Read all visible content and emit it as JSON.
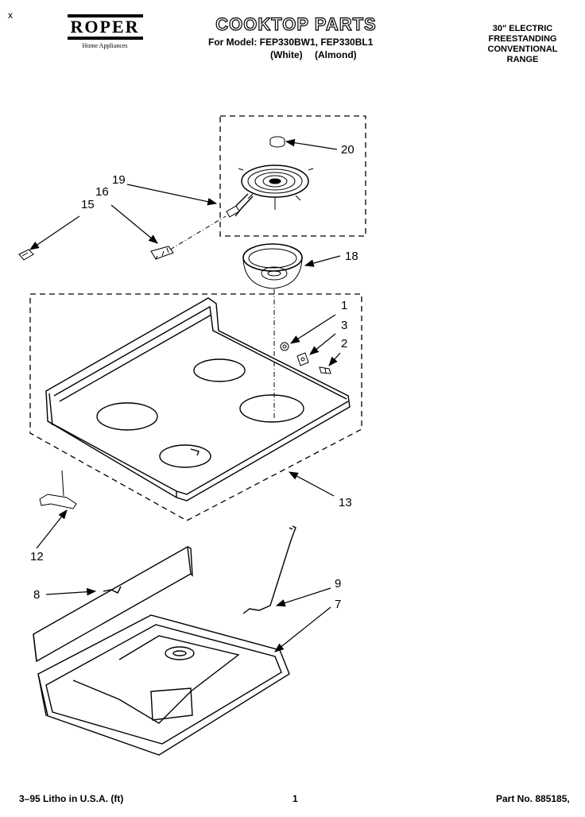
{
  "corner_mark": "x",
  "brand": {
    "name": "ROPER",
    "tagline": "Home Appliances"
  },
  "title": "COOKTOP PARTS",
  "model_line": "For Model: FEP330BW1, FEP330BL1",
  "model_colors": [
    "(White)",
    "(Almond)"
  ],
  "range_description": [
    "30\" ELECTRIC",
    "FREESTANDING",
    "CONVENTIONAL",
    "RANGE"
  ],
  "callouts": {
    "c1": "1",
    "c2": "2",
    "c3": "3",
    "c7": "7",
    "c8": "8",
    "c9": "9",
    "c12": "12",
    "c13": "13",
    "c15": "15",
    "c16": "16",
    "c18": "18",
    "c19": "19",
    "c20": "20"
  },
  "footer": {
    "litho": "3–95 Litho in U.S.A. (ft)",
    "page_number": "1",
    "part_number": "Part No. 885185,"
  }
}
